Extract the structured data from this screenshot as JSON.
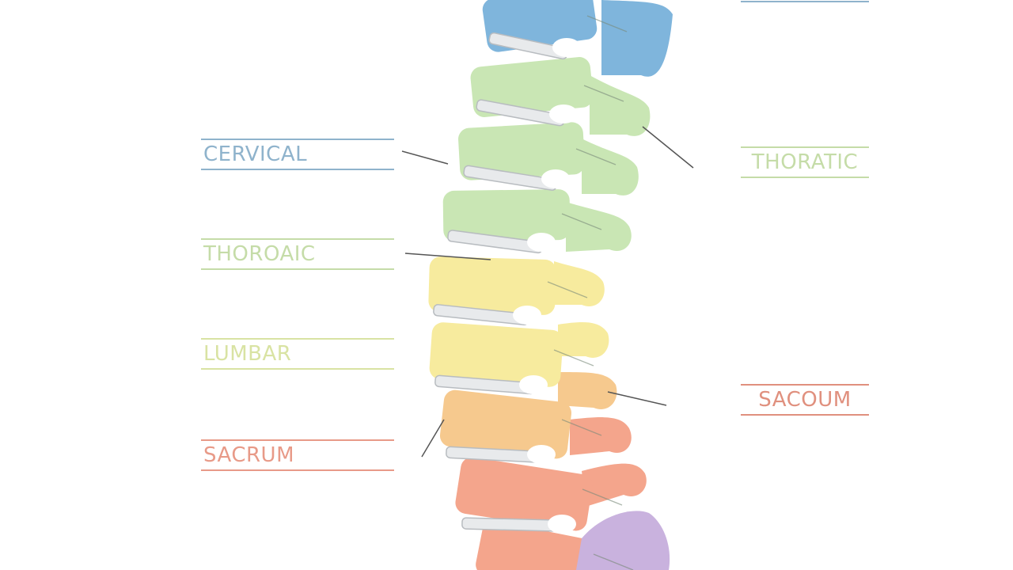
{
  "labels": {
    "cervical": "CERVICAL",
    "thoroaic": "THOROAIC",
    "lumbar": "LUMBAR",
    "sacrum": "SACRUM",
    "thoratic": "THORATIC",
    "sacoum": "SACOUM"
  },
  "colors": {
    "cervical": "#7fb5dc",
    "thoracic": "#c9e6b4",
    "lumbar": "#f7eb9e",
    "sacral": "#f6c98e",
    "lower": "#f4a58c",
    "coccyx": "#c9b2de",
    "disc": "#e8eaec",
    "leader": "#555555",
    "label_cervical": "#8fb3cc",
    "label_thoroaic": "#c5dca8",
    "label_lumbar": "#d9e3a3",
    "label_sacrum": "#e89a88",
    "label_thoratic": "#c5dca8",
    "label_sacoum": "#e0907e"
  },
  "icons": [
    "spine-illustration"
  ]
}
